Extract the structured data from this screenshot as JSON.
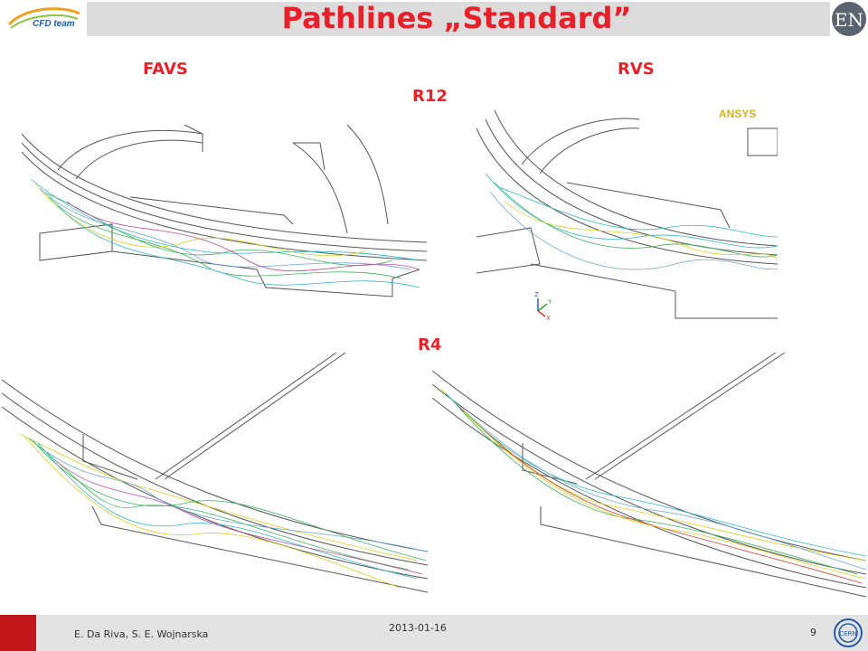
{
  "header": {
    "title": "Pathlines „Standard”",
    "left_logo_text": "CFD team",
    "right_logo_text": "EN"
  },
  "labels": {
    "favs": "FAVS",
    "rvs": "RVS",
    "r12": "R12",
    "r4": "R4"
  },
  "panels": {
    "top_right": {
      "logo_text": "ANSYS",
      "axes": [
        "Z",
        "Y",
        "X"
      ]
    }
  },
  "footer": {
    "authors": "E. Da Riva, S. E. Wojnarska",
    "date": "2013-01-16",
    "page": "9",
    "logo_text": "CERN"
  },
  "colors": {
    "accent": "#e8202a",
    "footer_red": "#c0161a",
    "pathline_colors": [
      "#2fb6c8",
      "#3db35a",
      "#d8d01e",
      "#6aa7d8",
      "#b94c9a"
    ]
  }
}
